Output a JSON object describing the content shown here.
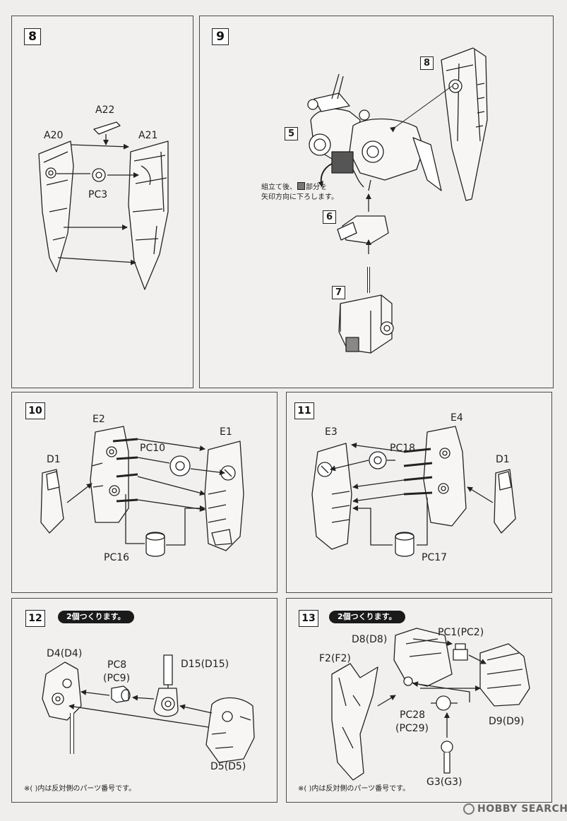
{
  "steps": {
    "s8": {
      "num": "8",
      "labels": {
        "a22": "A22",
        "a20": "A20",
        "a21": "A21",
        "pc3": "PC3"
      }
    },
    "s9": {
      "num": "9",
      "refs": {
        "r8": "8",
        "r5": "5",
        "r6": "6",
        "r7": "7"
      },
      "instruction_line1": "組立て後、",
      "instruction_line2": "部分を",
      "instruction_line3": "矢印方向に下ろします。"
    },
    "s10": {
      "num": "10",
      "labels": {
        "e2": "E2",
        "e1": "E1",
        "pc10": "PC10",
        "d1": "D1",
        "pc16": "PC16"
      }
    },
    "s11": {
      "num": "11",
      "labels": {
        "e3": "E3",
        "e4": "E4",
        "pc18": "PC18",
        "d1": "D1",
        "pc17": "PC17"
      }
    },
    "s12": {
      "num": "12",
      "make_two": "2個つくります。",
      "labels": {
        "d4": "D4(D4)",
        "pc8": "PC8",
        "pc9": "(PC9)",
        "d15": "D15(D15)",
        "d5": "D5(D5)"
      },
      "note": "※(  )内は反対側のパーツ番号です。"
    },
    "s13": {
      "num": "13",
      "make_two": "2個つくります。",
      "labels": {
        "d8": "D8(D8)",
        "f2": "F2(F2)",
        "pc1": "PC1(PC2)",
        "pc28": "PC28",
        "pc29": "(PC29)",
        "d9": "D9(D9)",
        "g3": "G3(G3)"
      },
      "note": "※(  )内は反対側のパーツ番号です。"
    }
  },
  "watermark": "HOBBY SEARCH"
}
